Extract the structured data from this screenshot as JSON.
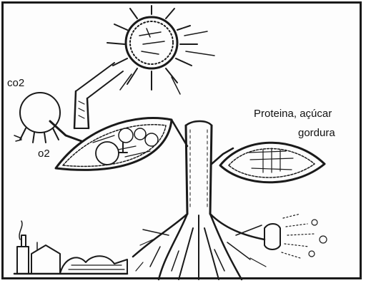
{
  "labels": {
    "co2": "co2",
    "o2": "o2",
    "products_line1": "Proteina, açúcar",
    "products_line2": "gordura"
  },
  "icons": [
    "sun-icon",
    "bicycle-pump-icon",
    "leaf-icon",
    "plant-stem-icon",
    "root-system-icon",
    "soil-nutrient-icon",
    "factory-icon"
  ],
  "colors": {
    "ink": "#1a1a1a",
    "paper": "#fdfdfd"
  }
}
